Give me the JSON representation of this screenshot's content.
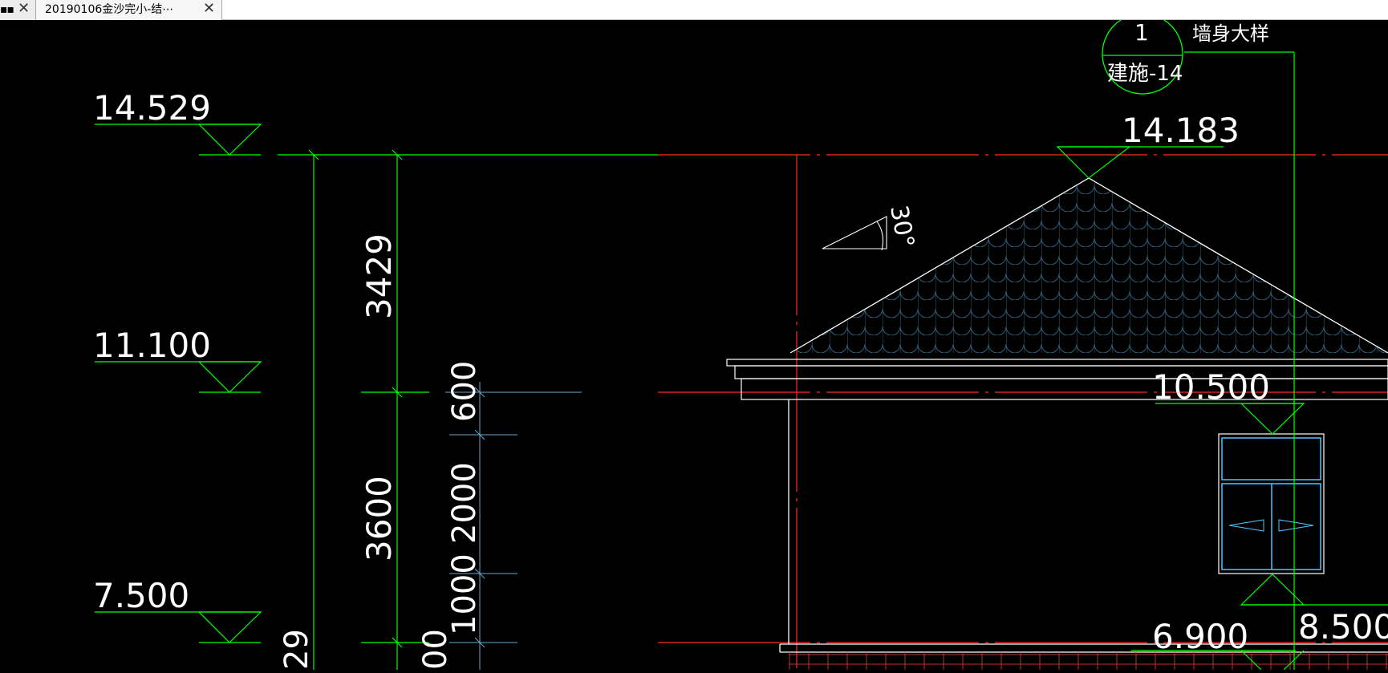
{
  "tabs": [
    {
      "label": "▪▪"
    },
    {
      "label": "20190106金沙完小-结⋯"
    }
  ],
  "tab_close_symbol": "✕",
  "levels_left": [
    "14.529",
    "11.100",
    "7.500"
  ],
  "dimensions": {
    "outer_partial": "29",
    "upper": "3429",
    "middle": "3600",
    "inner": [
      "600",
      "2000",
      "1000"
    ],
    "inner_partial": "00"
  },
  "detail_callout": {
    "number": "1",
    "sheet": "建施-14",
    "title": "墙身大样"
  },
  "roof_angle": "30°",
  "levels_right": {
    "ridge": "14.183",
    "eave": "10.500",
    "window_head": "8.500",
    "floor": "6.900"
  },
  "colors": {
    "background": "#000000",
    "dimension_line": "#00ff00",
    "grid_line": "#ff2a2a",
    "outline": "#ffffff",
    "hatch": "#2e5f78",
    "inner_dimension": "#6aa6c8"
  }
}
